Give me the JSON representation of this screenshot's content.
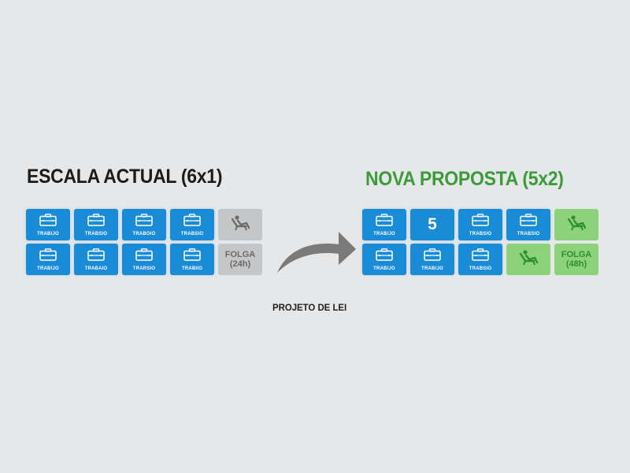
{
  "left_panel": {
    "title": "ESCALA ACTUAL (6x1)",
    "title_color": "#1b1b1b",
    "tiles": [
      {
        "type": "work",
        "icon": "briefcase-icon",
        "label": "TRABIJO"
      },
      {
        "type": "work",
        "icon": "briefcase-icon",
        "label": "TRABSIO"
      },
      {
        "type": "work",
        "icon": "briefcase-icon",
        "label": "TRABOIO"
      },
      {
        "type": "work",
        "icon": "briefcase-icon",
        "label": "TRABSIO"
      },
      {
        "type": "rest",
        "icon": "reclining-person-icon",
        "label": ""
      },
      {
        "type": "work",
        "icon": "briefcase-icon",
        "label": "TRABIJO"
      },
      {
        "type": "work",
        "icon": "briefcase-icon",
        "label": "TRABAIO"
      },
      {
        "type": "work",
        "icon": "briefcase-icon",
        "label": "TRARSIO"
      },
      {
        "type": "work",
        "icon": "briefcase-icon",
        "label": "TRABIIO"
      },
      {
        "type": "folga",
        "label": "FOLGA",
        "sublabel": "(24h)"
      }
    ]
  },
  "right_panel": {
    "title": "NOVA PROPOSTA (5x2)",
    "title_color": "#3d9a3a",
    "tiles": [
      {
        "type": "work",
        "icon": "briefcase-icon",
        "label": "TRABIJO"
      },
      {
        "type": "number",
        "value": "5"
      },
      {
        "type": "work",
        "icon": "briefcase-icon",
        "label": "TRABSIO"
      },
      {
        "type": "work",
        "icon": "briefcase-icon",
        "label": "TRABSIO"
      },
      {
        "type": "rest",
        "icon": "reclining-person-icon",
        "label": ""
      },
      {
        "type": "work",
        "icon": "briefcase-icon",
        "label": "TRABIJO"
      },
      {
        "type": "work",
        "icon": "briefcase-icon",
        "label": "TRABIJO"
      },
      {
        "type": "work",
        "icon": "briefcase-icon",
        "label": "TRABSIO"
      },
      {
        "type": "rest",
        "icon": "reclining-person-icon",
        "label": ""
      },
      {
        "type": "folga",
        "label": "FOLGA",
        "sublabel": "(48h)"
      }
    ]
  },
  "transition": {
    "arrow_icon": "curved-arrow-right-icon",
    "caption": "PROJETO DE LEI"
  },
  "colors": {
    "background": "#e6e7e8",
    "work_tile": "#1a8bd6",
    "rest_gray": "#c5c6c7",
    "rest_green": "#8cd27a",
    "green_text": "#3d9a3a",
    "arrow": "#7a7a7a"
  }
}
